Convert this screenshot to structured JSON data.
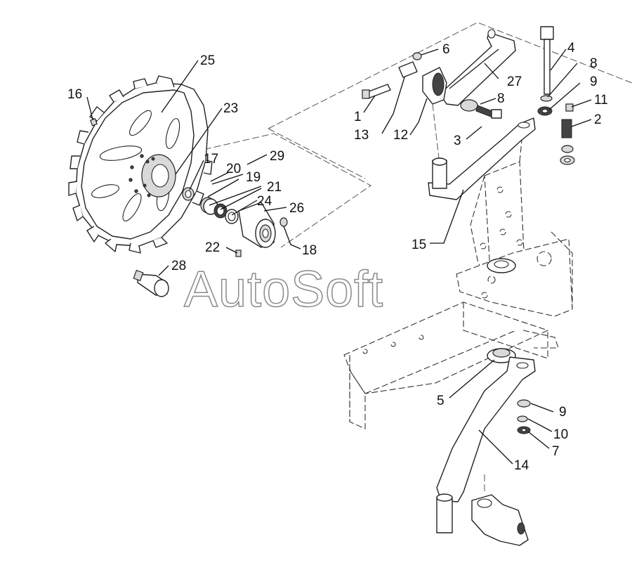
{
  "watermark": "AutoSoft",
  "callouts": [
    {
      "id": "c25",
      "label": "25"
    },
    {
      "id": "c23",
      "label": "23"
    },
    {
      "id": "c16",
      "label": "16"
    },
    {
      "id": "c29",
      "label": "29"
    },
    {
      "id": "c17",
      "label": "17"
    },
    {
      "id": "c20",
      "label": "20"
    },
    {
      "id": "c19",
      "label": "19"
    },
    {
      "id": "c21",
      "label": "21"
    },
    {
      "id": "c24",
      "label": "24"
    },
    {
      "id": "c26",
      "label": "26"
    },
    {
      "id": "c18",
      "label": "18"
    },
    {
      "id": "c22",
      "label": "22"
    },
    {
      "id": "c28",
      "label": "28"
    },
    {
      "id": "c6",
      "label": "6"
    },
    {
      "id": "c27",
      "label": "27"
    },
    {
      "id": "c4",
      "label": "4"
    },
    {
      "id": "c8a",
      "label": "8"
    },
    {
      "id": "c9a",
      "label": "9"
    },
    {
      "id": "c11",
      "label": "11"
    },
    {
      "id": "c2",
      "label": "2"
    },
    {
      "id": "c8b",
      "label": "8"
    },
    {
      "id": "c1",
      "label": "1"
    },
    {
      "id": "c13",
      "label": "13"
    },
    {
      "id": "c12",
      "label": "12"
    },
    {
      "id": "c3",
      "label": "3"
    },
    {
      "id": "c15",
      "label": "15"
    },
    {
      "id": "c5",
      "label": "5"
    },
    {
      "id": "c9b",
      "label": "9"
    },
    {
      "id": "c10",
      "label": "10"
    },
    {
      "id": "c7",
      "label": "7"
    },
    {
      "id": "c14",
      "label": "14"
    }
  ]
}
